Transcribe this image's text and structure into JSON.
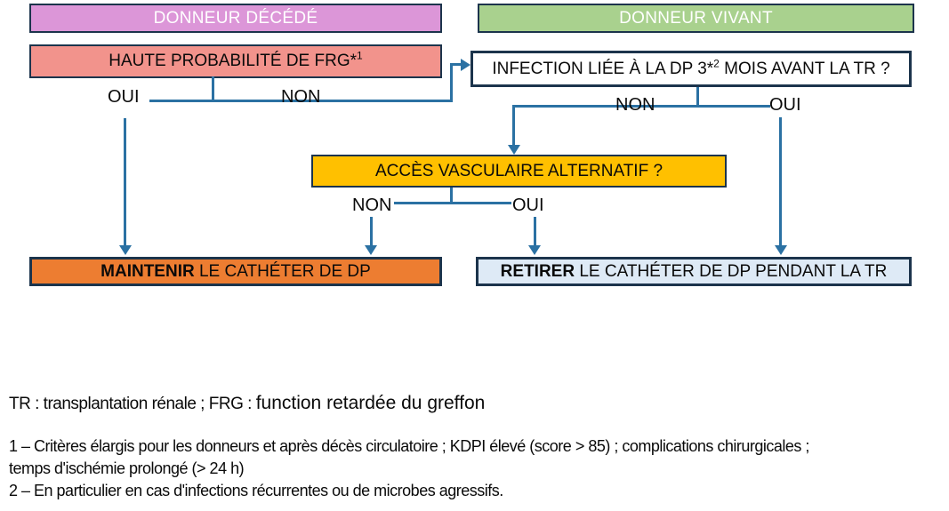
{
  "palette": {
    "deceased_fill": "#dc96d8",
    "living_fill": "#a9d18e",
    "frg_fill": "#f2938c",
    "infection_fill": "#ffffff",
    "vascular_fill": "#ffc000",
    "maintain_fill": "#ed7d31",
    "remove_fill": "#deeaf6",
    "box_border": "#1c344c",
    "connector": "#2b71a3"
  },
  "boxes": {
    "deceased": {
      "label": "DONNEUR DÉCÉDÉ"
    },
    "living": {
      "label": "DONNEUR VIVANT"
    },
    "frg": {
      "text": "HAUTE PROBABILITÉ DE FRG*",
      "sup": "1"
    },
    "infection": {
      "pre": "INFECTION LIÉE À LA DP 3*",
      "sup": "2",
      "post": " MOIS AVANT LA TR ?"
    },
    "vascular": {
      "label": "ACCÈS VASCULAIRE ALTERNATIF ?"
    },
    "maintain": {
      "bold": "MAINTENIR",
      "rest": " LE CATHÉTER DE DP"
    },
    "remove": {
      "bold": "RETIRER",
      "rest": " LE CATHÉTER DE DP PENDANT LA TR"
    }
  },
  "branch_labels": {
    "frg_yes": "OUI",
    "frg_no": "NON",
    "infection_no": "NON",
    "infection_yes": "OUI",
    "vascular_no": "NON",
    "vascular_yes": "OUI"
  },
  "legend": {
    "abbreviations": "TR : transplantation rénale ; FRG : ",
    "expansion": "function retardée du greffon"
  },
  "footnotes": {
    "lines": [
      "1 – Critères élargis pour les donneurs et après décès circulatoire ; KDPI élevé (score > 85) ; complications chirurgicales ;",
      "temps d'ischémie prolongé (> 24 h)",
      "2 – En particulier en cas d'infections récurrentes ou de microbes agressifs."
    ]
  }
}
